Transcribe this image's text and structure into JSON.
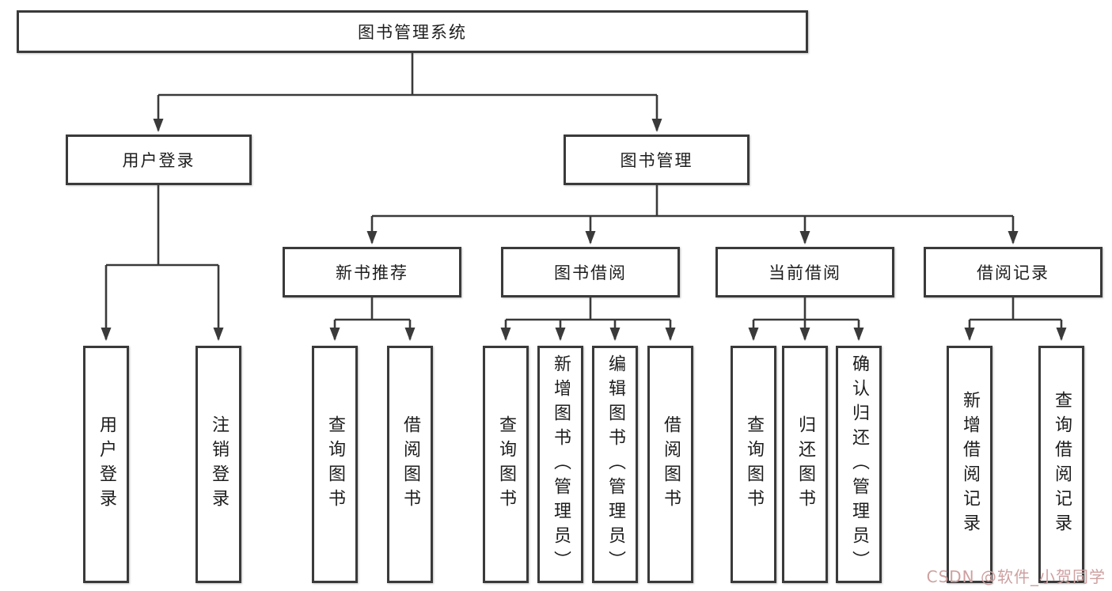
{
  "diagram": {
    "root": {
      "label": "图书管理系统",
      "children": [
        {
          "label": "用户登录",
          "children": [
            {
              "label": "用户登录"
            },
            {
              "label": "注销登录"
            }
          ]
        },
        {
          "label": "图书管理",
          "children": [
            {
              "label": "新书推荐",
              "children": [
                {
                  "label": "查询图书"
                },
                {
                  "label": "借阅图书"
                }
              ]
            },
            {
              "label": "图书借阅",
              "children": [
                {
                  "label": "查询图书"
                },
                {
                  "label": "新增图书（管理员）"
                },
                {
                  "label": "编辑图书（管理员）"
                },
                {
                  "label": "借阅图书"
                }
              ]
            },
            {
              "label": "当前借阅",
              "children": [
                {
                  "label": "查询图书"
                },
                {
                  "label": "归还图书"
                },
                {
                  "label": "确认归还（管理员）"
                }
              ]
            },
            {
              "label": "借阅记录",
              "children": [
                {
                  "label": "新增借阅记录"
                },
                {
                  "label": "查询借阅记录"
                }
              ]
            }
          ]
        }
      ]
    },
    "watermark": "CSDN @软件_小贺同学",
    "colors": {
      "line": "#3a3a3a",
      "box_border": "#3a3a3a",
      "text": "#1d1d1d",
      "watermark": "#cfa0a0",
      "background": "#ffffff"
    }
  }
}
